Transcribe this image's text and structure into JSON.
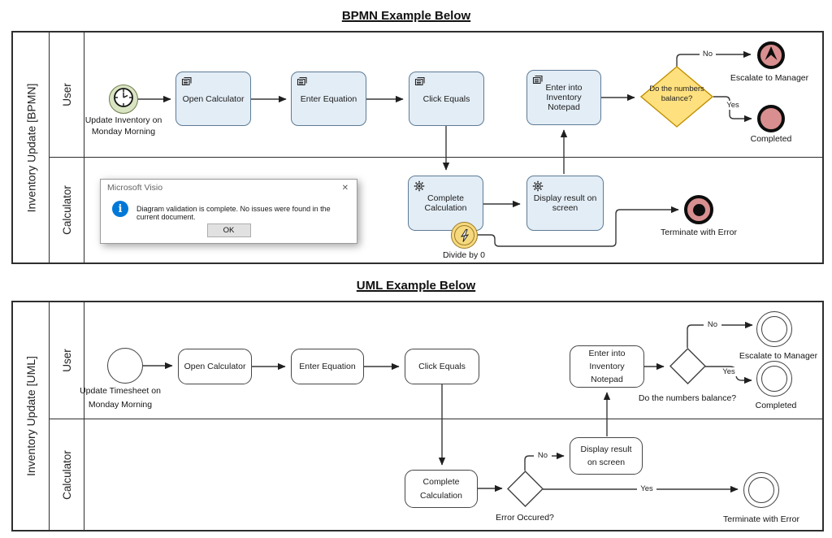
{
  "colors": {
    "task_fill": "#e3edf6",
    "task_border": "#5d7b96",
    "gateway_fill": "#ffe07e",
    "gateway_border": "#bf9000",
    "timer_fill": "#d9e4c3",
    "timer_border": "#6f7d4a",
    "end_event_fill": "#d98f8f",
    "end_event_border": "#0d0d0d",
    "boundary_fill": "#f6d97e",
    "boundary_border": "#9c7a28",
    "info_icon_blue": "#0078d7",
    "connector": "#383838"
  },
  "bpmn": {
    "title": "BPMN Example Below",
    "pool_label": "Inventory Update [BPMN]",
    "lanes": {
      "user": "User",
      "calculator": "Calculator"
    },
    "start_event_label": "Update Inventory on\nMonday Morning",
    "tasks": {
      "open_calculator": "Open Calculator",
      "enter_equation": "Enter Equation",
      "click_equals": "Click Equals",
      "enter_into_inventory_notepad": "Enter into Inventory Notepad",
      "complete_calculation": "Complete Calculation",
      "display_result": "Display result on screen"
    },
    "gateway_label": "Do the numbers balance?",
    "edge_labels": {
      "no": "No",
      "yes": "Yes"
    },
    "boundary_event_label": "Divide by 0",
    "end_events": {
      "escalate": "Escalate to Manager",
      "completed": "Completed",
      "terminate": "Terminate with Error"
    }
  },
  "dialog": {
    "title": "Microsoft Visio",
    "close_glyph": "✕",
    "info_glyph": "i",
    "message": "Diagram validation is complete. No issues were found in the current document.",
    "ok_label": "OK"
  },
  "uml": {
    "title": "UML Example Below",
    "pool_label": "Inventory Update [UML]",
    "lanes": {
      "user": "User",
      "calculator": "Calculator"
    },
    "start_label": "Update Timesheet on\nMonday Morning",
    "tasks": {
      "open_calculator": "Open Calculator",
      "enter_equation": "Enter Equation",
      "click_equals": "Click Equals",
      "enter_into_inventory_notepad": "Enter into Inventory Notepad",
      "complete_calculation": "Complete Calculation",
      "display_result": "Display result on screen"
    },
    "decisions": {
      "balance": "Do the numbers balance?",
      "error": "Error Occured?"
    },
    "edge_labels": {
      "no": "No",
      "yes": "Yes"
    },
    "finals": {
      "escalate": "Escalate to Manager",
      "completed": "Completed",
      "terminate": "Terminate with Error"
    }
  }
}
